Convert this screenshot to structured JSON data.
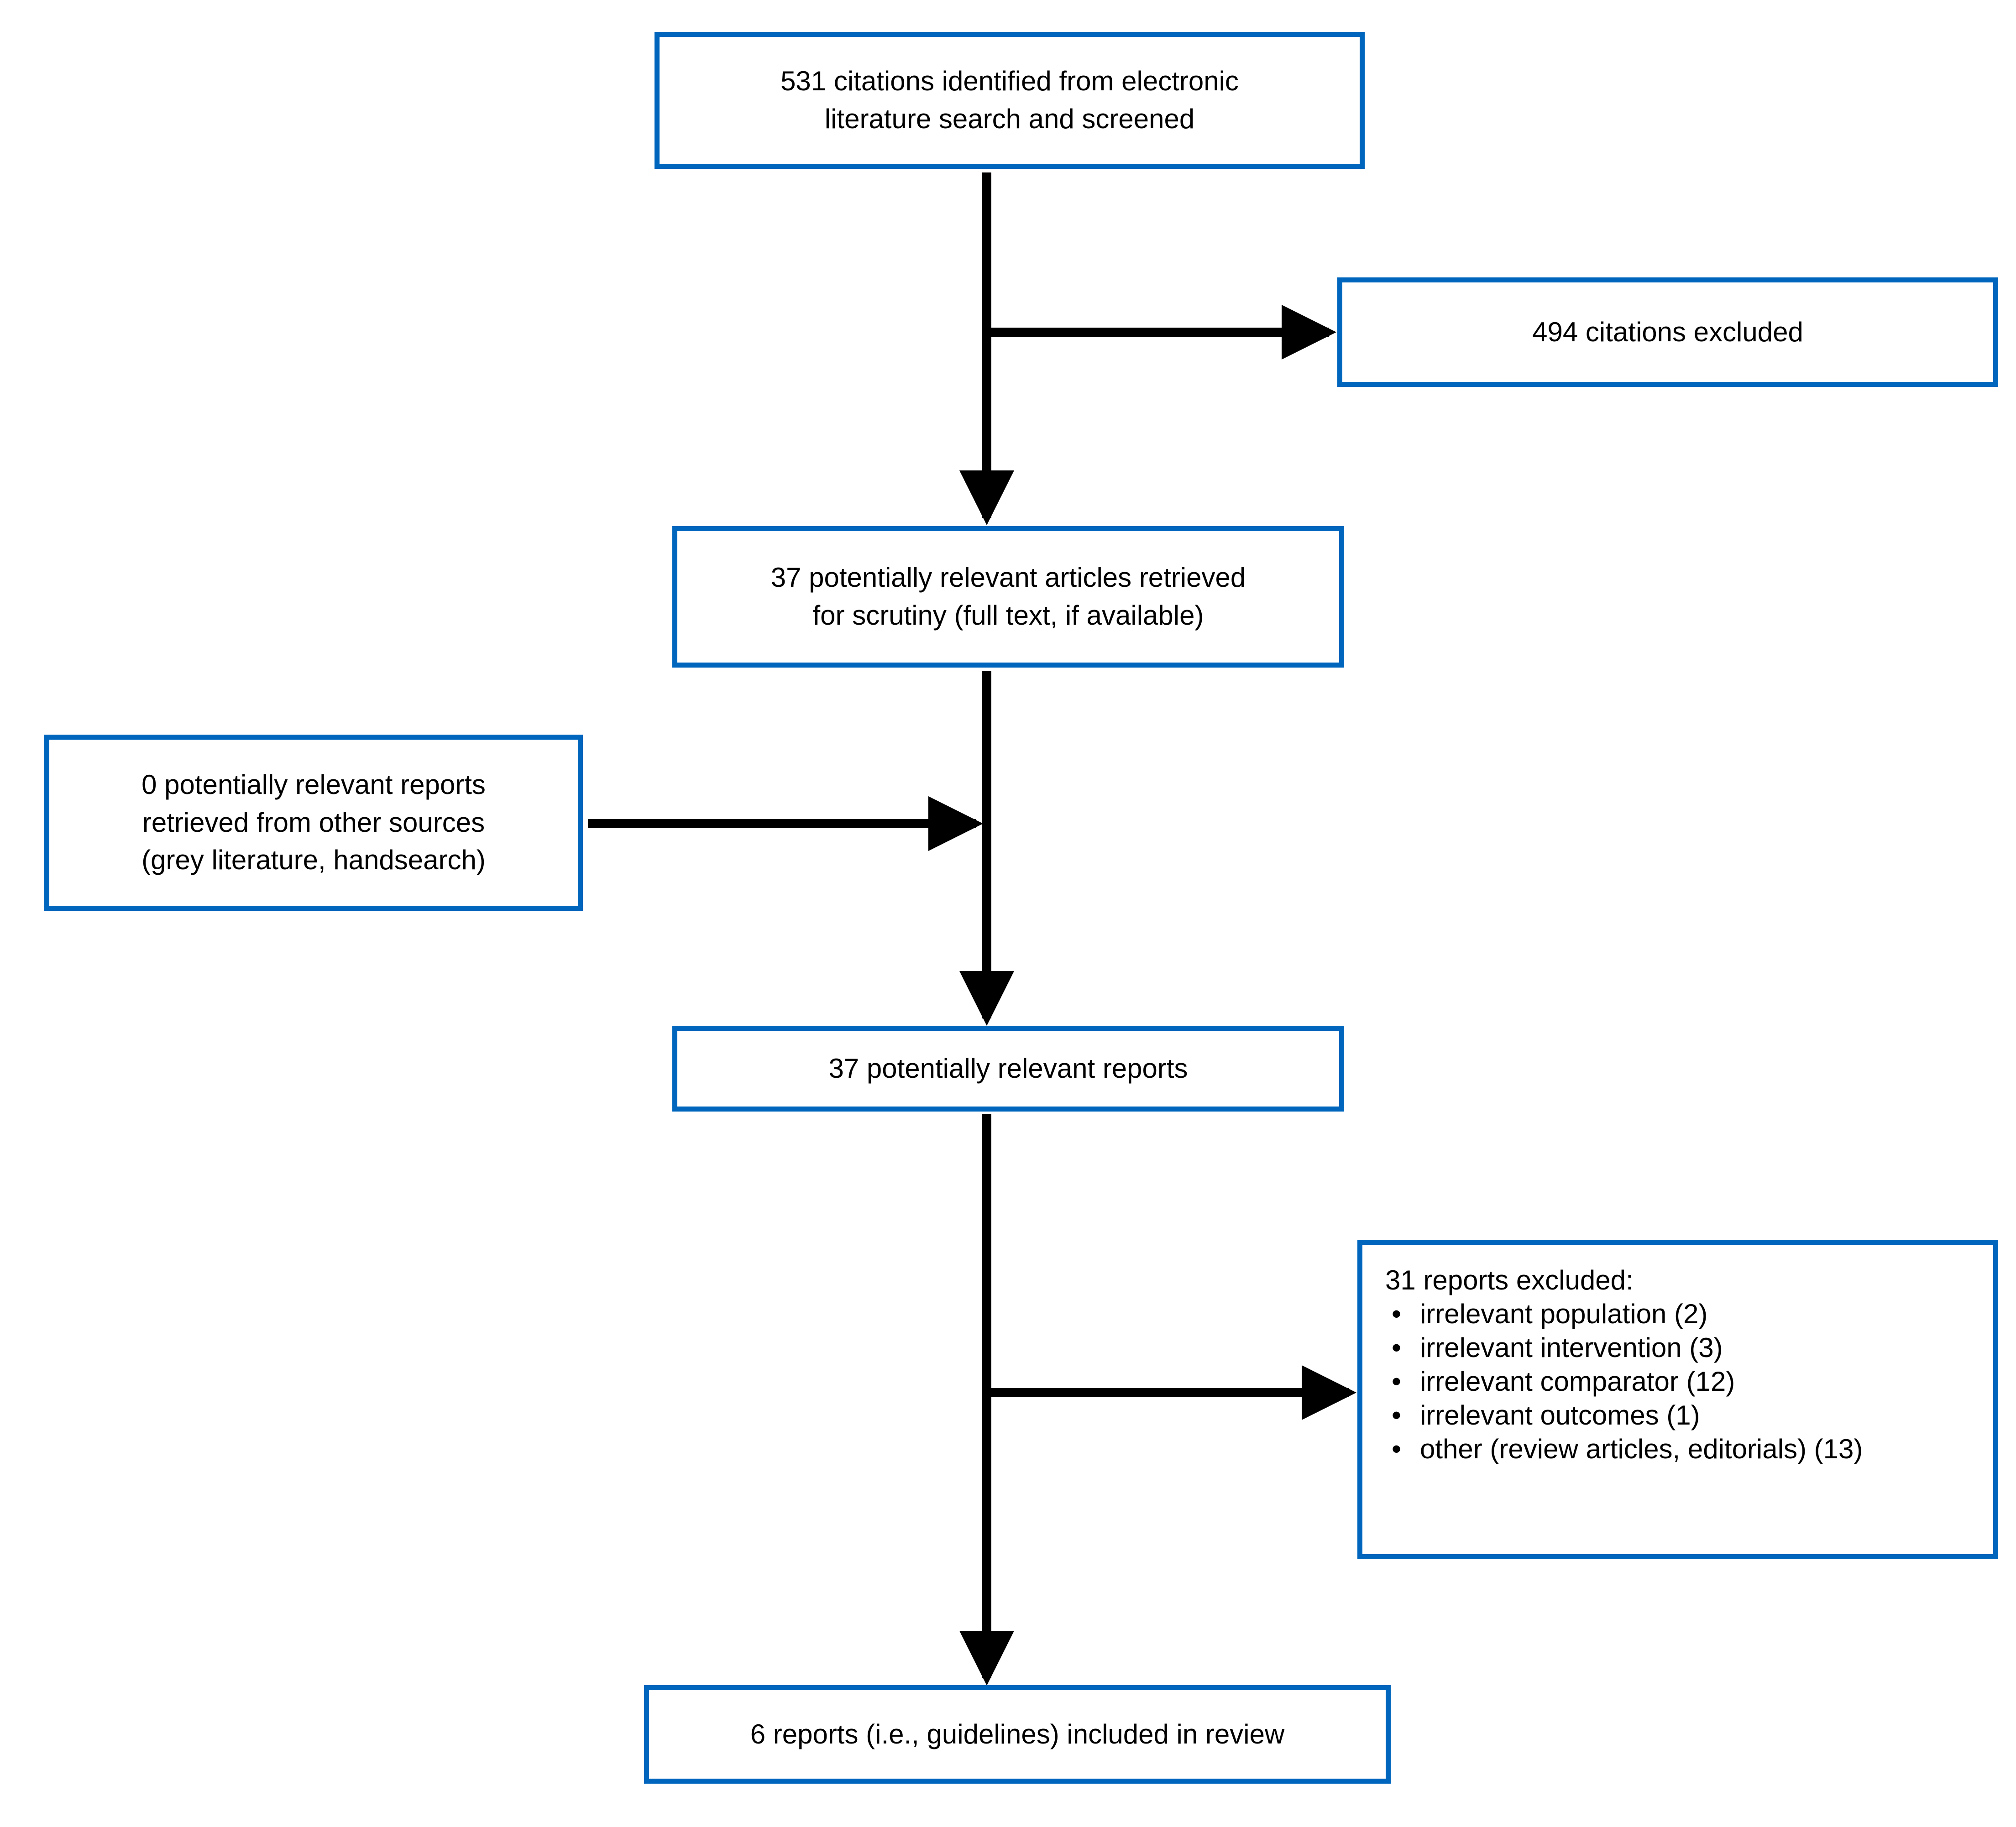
{
  "diagram": {
    "title": "PRISMA-style study selection flow diagram",
    "accent_color": "#0066BD",
    "line_color": "#000000",
    "background": "#ffffff"
  },
  "boxes": {
    "identified": {
      "text": "531 citations identified from electronic\nliterature search and screened",
      "count": "531"
    },
    "citations_excluded": {
      "text": "494 citations excluded",
      "count": "494"
    },
    "retrieved": {
      "text": "37 potentially relevant articles retrieved\nfor scrutiny (full text, if available)",
      "count": "37"
    },
    "other_sources": {
      "text": "0 potentially relevant reports\nretrieved from other sources\n(grey literature, handsearch)",
      "count": "0"
    },
    "potentially_relevant_reports": {
      "text": "37 potentially relevant reports",
      "count": "37"
    },
    "reports_excluded": {
      "title": "31 reports excluded:",
      "count": "31",
      "bullet": "•",
      "reasons": [
        "irrelevant population (2)",
        "irrelevant intervention (3)",
        "irrelevant comparator (12)",
        "irrelevant outcomes (1)",
        "other (review articles, editorials) (13)"
      ]
    },
    "included": {
      "text": "6 reports (i.e., guidelines) included in review",
      "count": "6"
    }
  },
  "connectors": [
    {
      "name": "identified-to-retrieved",
      "type": "arrow-down"
    },
    {
      "name": "identified-to-citations-excluded",
      "type": "arrow-right"
    },
    {
      "name": "retrieved-to-reports",
      "type": "arrow-down"
    },
    {
      "name": "other-sources-to-main-stem",
      "type": "arrow-right"
    },
    {
      "name": "reports-to-included",
      "type": "arrow-down"
    },
    {
      "name": "reports-to-reports-excluded",
      "type": "arrow-right"
    }
  ]
}
